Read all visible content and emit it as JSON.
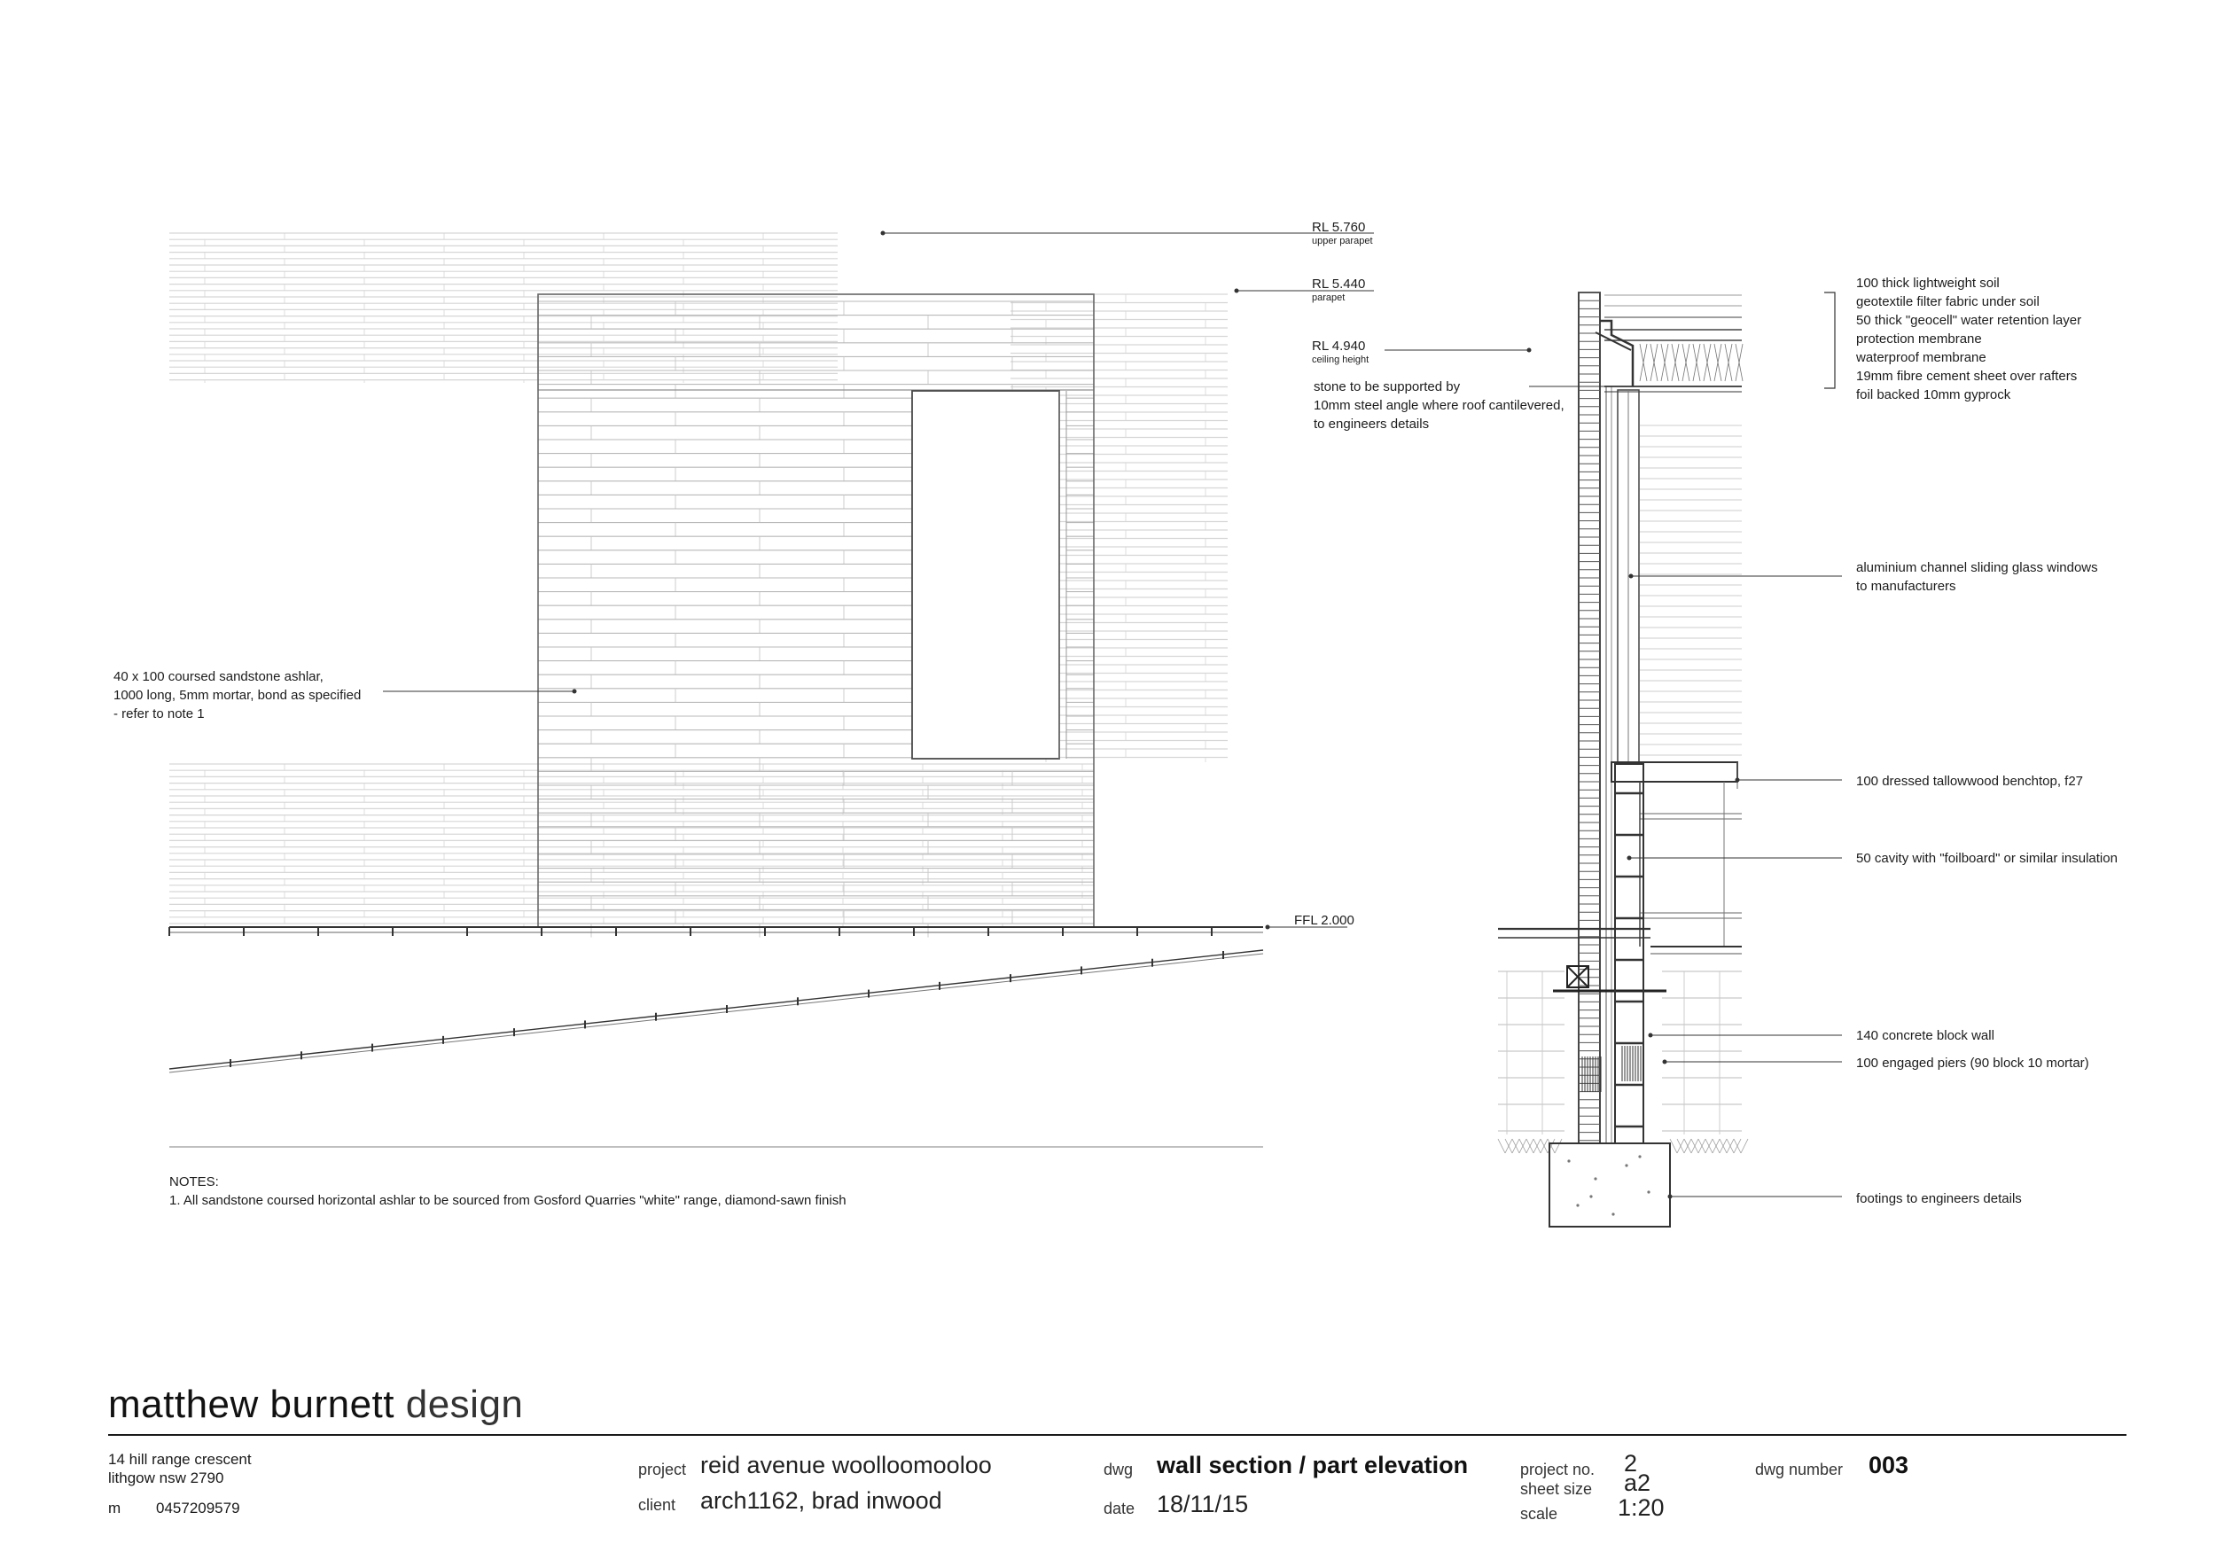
{
  "colors": {
    "line": "#2b2b2b",
    "hatch": "#9a9a9a",
    "faint": "#d6d6d6",
    "text": "#1c1c1c"
  },
  "levels": [
    {
      "id": "upper-parapet",
      "value": "RL 5.760",
      "label": "upper parapet"
    },
    {
      "id": "parapet",
      "value": "RL 5.440",
      "label": "parapet"
    },
    {
      "id": "ceiling",
      "value": "RL 4.940",
      "label": "ceiling height"
    },
    {
      "id": "ffl",
      "value": "FFL 2.000",
      "label": ""
    }
  ],
  "elevation_callout": [
    "40 x 100 coursed sandstone ashlar,",
    "1000 long, 5mm mortar, bond as specified",
    "- refer to note 1"
  ],
  "stone_support": [
    "stone to be supported by",
    "10mm steel angle where roof cantilevered,",
    "to engineers details"
  ],
  "roof_layers": [
    "100 thick lightweight soil",
    "geotextile filter fabric under soil",
    "50 thick \"geocell\" water retention layer",
    "protection membrane",
    "waterproof membrane",
    "19mm fibre cement sheet over rafters",
    "foil backed 10mm gyprock"
  ],
  "section_callouts": [
    {
      "id": "windows",
      "lines": [
        "aluminium channel sliding glass windows",
        "to manufacturers"
      ]
    },
    {
      "id": "benchtop",
      "lines": [
        "100 dressed tallowwood benchtop, f27"
      ]
    },
    {
      "id": "cavity",
      "lines": [
        "50 cavity with \"foilboard\"  or similar insulation"
      ]
    },
    {
      "id": "block-wall",
      "lines": [
        "140 concrete block wall"
      ]
    },
    {
      "id": "piers",
      "lines": [
        "100 engaged piers (90 block 10 mortar)"
      ]
    },
    {
      "id": "footings",
      "lines": [
        "footings to engineers details"
      ]
    }
  ],
  "notes": {
    "heading": "NOTES:",
    "items": [
      "1. All sandstone coursed horizontal ashlar to be  sourced from Gosford Quarries \"white\" range, diamond-sawn finish"
    ]
  },
  "title_block": {
    "brand_bold": "matthew burnett",
    "brand_light": "design",
    "address_1": "14 hill range crescent",
    "address_2": "lithgow nsw 2790",
    "phone_label": "m",
    "phone": "0457209579",
    "project_label": "project",
    "project": "reid avenue woolloomooloo",
    "client_label": "client",
    "client": "arch1162, brad inwood",
    "dwg_label": "dwg",
    "dwg": "wall section / part elevation",
    "date_label": "date",
    "date": "18/11/15",
    "project_no_label": "project no.",
    "project_no": "2",
    "sheet_size_label": "sheet size",
    "sheet_size": "a2",
    "scale_label": "scale",
    "scale": "1:20",
    "dwg_number_label": "dwg number",
    "dwg_number": "003"
  }
}
